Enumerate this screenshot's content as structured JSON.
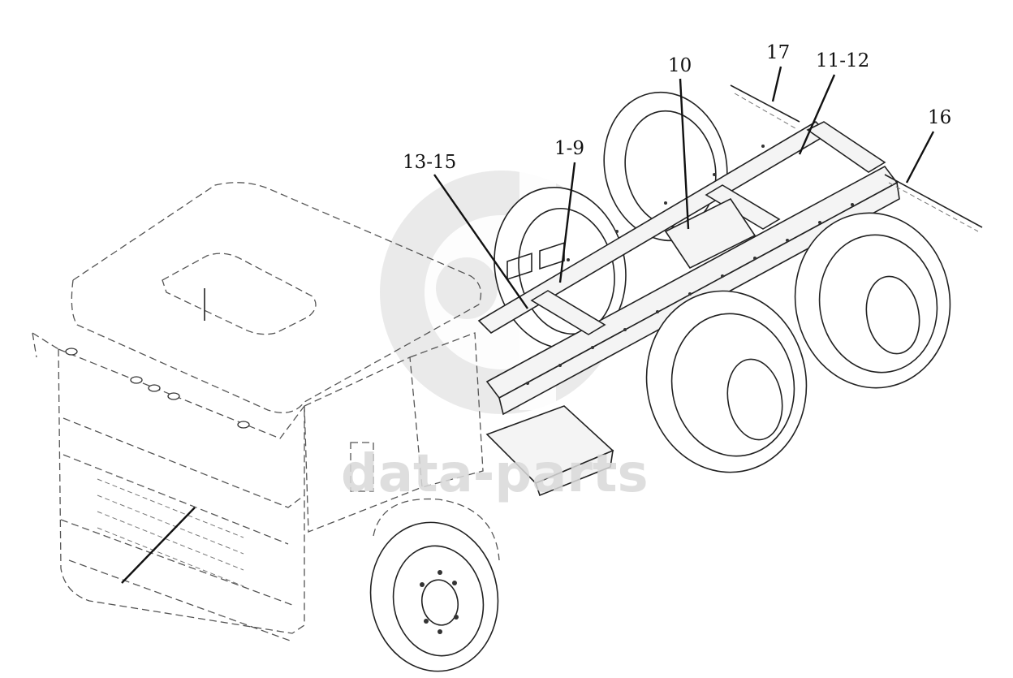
{
  "callouts": {
    "c_10": "10",
    "c_17": "17",
    "c_11_12": "11-12",
    "c_16": "16",
    "c_1_9": "1-9",
    "c_13_15": "13-15"
  },
  "watermark": {
    "text": "data-parts"
  },
  "colors": {
    "ink": "#222222",
    "watermark": "#d9d9d9",
    "background": "#ffffff"
  }
}
